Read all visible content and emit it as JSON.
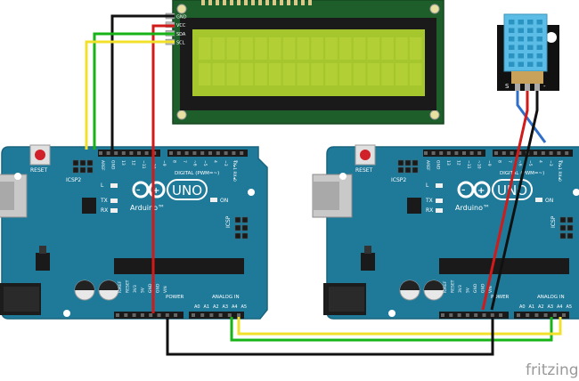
{
  "watermark": "fritzing",
  "lcd": {
    "pins": [
      "GND",
      "VCC",
      "SDA",
      "SCL"
    ]
  },
  "sensor": {
    "pins": [
      "S",
      "",
      "-"
    ]
  },
  "board_left": {
    "model": "UNO",
    "brand": "Arduino",
    "reset_label": "RESET",
    "icsp2_label": "ICSP2",
    "icsp_label": "ICSP",
    "digital_label": "DIGITAL (PWM=~)",
    "on_label": "ON",
    "l_label": "L",
    "tx_label": "TX",
    "rx_label": "RX",
    "power_label": "POWER",
    "analog_label": "ANALOG IN",
    "aref": "AREF",
    "gnd": "GND",
    "txrx": "TX▸1  RX◂0",
    "digital_pins": [
      "13",
      "12",
      "~11",
      "~10",
      "~9",
      "8",
      "7",
      "~6",
      "~5",
      "4",
      "~3",
      "2"
    ],
    "power_pins": [
      "IOREF",
      "RESET",
      "3V3",
      "5V",
      "GND",
      "GND",
      "VIN"
    ],
    "analog_pins": [
      "A0",
      "A1",
      "A2",
      "A3",
      "A4",
      "A5"
    ]
  },
  "board_right": {
    "model": "UNO",
    "brand": "Arduino",
    "reset_label": "RESET",
    "icsp2_label": "ICSP2",
    "icsp_label": "ICSP",
    "digital_label": "DIGITAL (PWM=~)",
    "on_label": "ON",
    "l_label": "L",
    "tx_label": "TX",
    "rx_label": "RX",
    "power_label": "POWER",
    "analog_label": "ANALOG IN",
    "aref": "AREF",
    "gnd": "GND",
    "txrx": "TX▸1  RX◂0",
    "digital_pins": [
      "13",
      "12",
      "~11",
      "~10",
      "~9",
      "8",
      "7",
      "~6",
      "~5",
      "4",
      "~3",
      "2"
    ],
    "power_pins": [
      "IOREF",
      "RESET",
      "3V3",
      "5V",
      "GND",
      "GND",
      "VIN"
    ],
    "analog_pins": [
      "A0",
      "A1",
      "A2",
      "A3",
      "A4",
      "A5"
    ]
  },
  "colors": {
    "board": "#1f7a9a",
    "board_edge": "#18647f",
    "pcb": "#1e5e2a",
    "lcd_screen": "#a6c62e",
    "wire_red": "#d11a1a",
    "wire_black": "#111111",
    "wire_green": "#17b317",
    "wire_yellow": "#f2e12a",
    "wire_blue": "#2f6fc9",
    "sensor_body": "#5bbde6"
  }
}
